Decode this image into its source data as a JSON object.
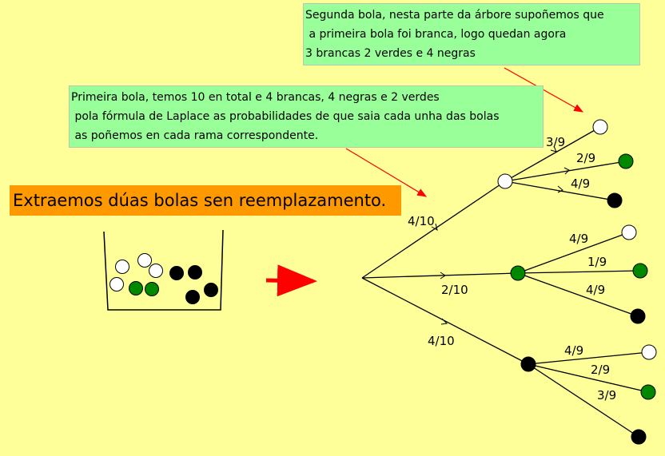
{
  "title": "Extraemos dúas bolas sen reemplazamento.",
  "note_first": {
    "lines": [
      "Primeira bola, temos 10 en total e 4 brancas, 4 negras e 2 verdes",
      " pola fórmula de Laplace as probabilidades de que saia cada unha das bolas",
      " as poñemos en cada rama correspondente."
    ]
  },
  "note_second": {
    "lines": [
      "Segunda bola, nesta parte da árbore supoñemos que",
      " a primeira bola foi branca, logo quedan agora",
      "3 brancas 2 verdes e 4 negras"
    ]
  },
  "tree": {
    "first": [
      "4/10",
      "2/10",
      "4/10"
    ],
    "after_white": [
      "3/9",
      "2/9",
      "4/9"
    ],
    "after_green": [
      "4/9",
      "1/9",
      "4/9"
    ],
    "after_black": [
      "4/9",
      "2/9",
      "3/9"
    ]
  },
  "colors": {
    "white": "#ffffff",
    "green": "#008800",
    "black": "#000000",
    "arrow": "#ff0000"
  }
}
